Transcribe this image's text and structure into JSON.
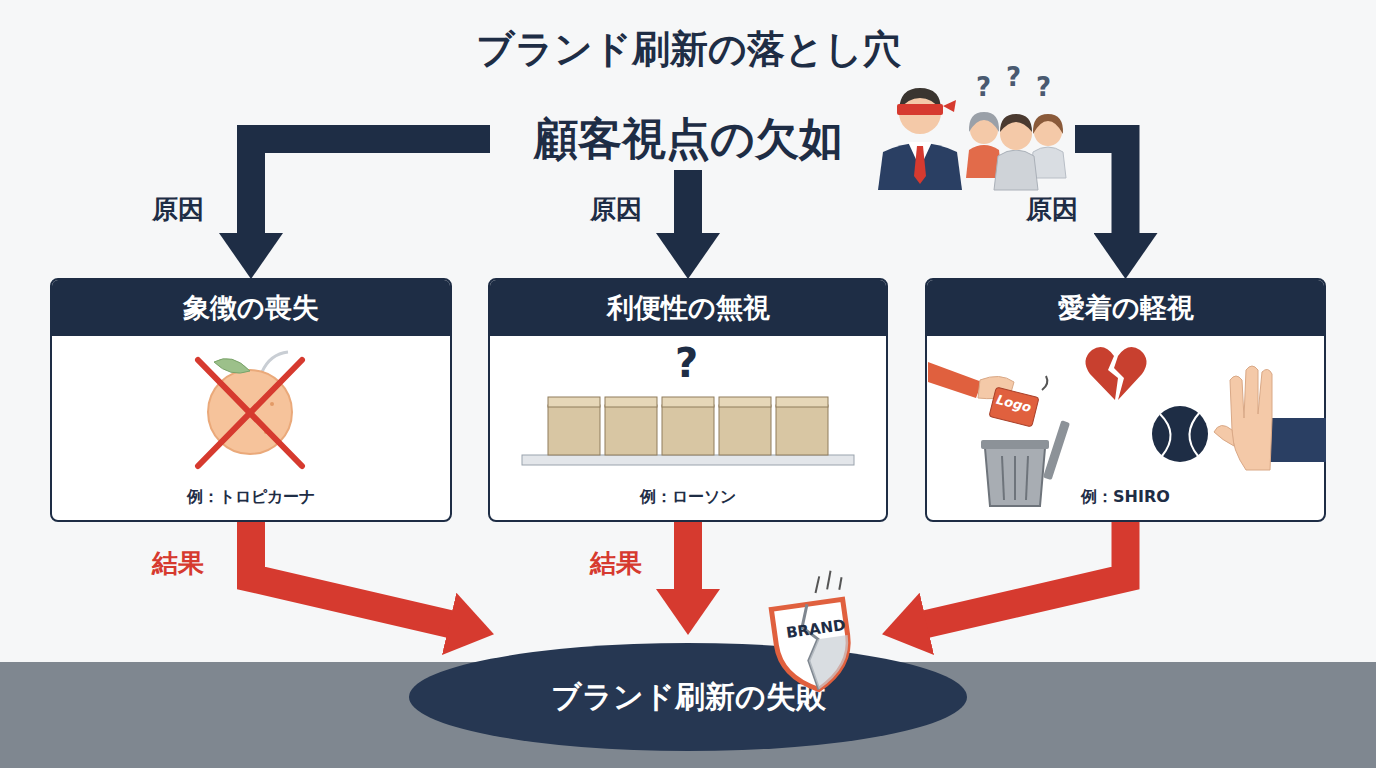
{
  "diagram": {
    "title": "ブランド刷新の落とし穴",
    "nodes": [
      {
        "text": [
          "顧客視点の欠如"
        ]
      },
      {
        "text": [
          "象徴の喪失",
          "例：トロピカーナ"
        ]
      },
      {
        "text": [
          "利便性の無視",
          "例：ローソン"
        ]
      },
      {
        "text": [
          "愛着の軽視",
          "例：SHIRO"
        ]
      },
      {
        "text": [
          "ブランド刷新の失敗"
        ]
      }
    ],
    "edges": [
      {
        "from": 0,
        "to": 1,
        "label": "原因",
        "arrow": "to"
      },
      {
        "from": 0,
        "to": 2,
        "label": "原因",
        "arrow": "to"
      },
      {
        "from": 0,
        "to": 3,
        "label": "原因",
        "arrow": "to"
      },
      {
        "from": 1,
        "to": 4,
        "label": "結果",
        "arrow": "to"
      },
      {
        "from": 2,
        "to": 4,
        "label": "結果",
        "arrow": "to"
      },
      {
        "from": 3,
        "to": 4,
        "arrow": "to"
      }
    ],
    "labels": [
      "?",
      "?",
      "?",
      "?",
      "Logo",
      "BRAND"
    ]
  }
}
